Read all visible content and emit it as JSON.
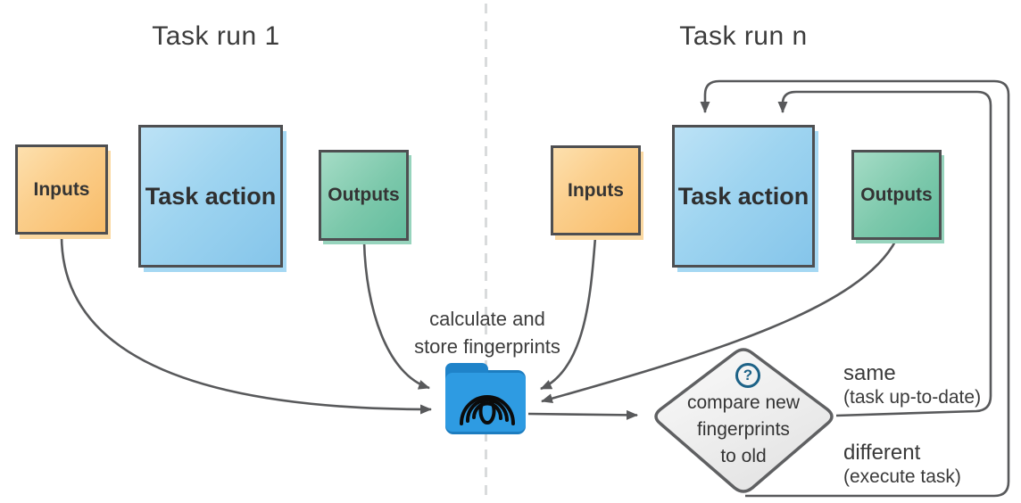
{
  "runs": {
    "left": {
      "title": "Task run 1",
      "inputs_label": "Inputs",
      "task_action_label": "Task action",
      "outputs_label": "Outputs"
    },
    "right": {
      "title": "Task run n",
      "inputs_label": "Inputs",
      "task_action_label": "Task action",
      "outputs_label": "Outputs"
    }
  },
  "fingerprint_store": {
    "caption_line1": "calculate and",
    "caption_line2": "store fingerprints",
    "icon": "folder-fingerprint-icon"
  },
  "decision": {
    "icon": "question-mark-icon",
    "question_mark": "?",
    "text_line1": "compare new",
    "text_line2": "fingerprints",
    "text_line3": "to old"
  },
  "outcomes": {
    "same_label": "same",
    "same_detail": "(task up-to-date)",
    "different_label": "different",
    "different_detail": "(execute task)"
  },
  "colors": {
    "inputs_fill": "#f9c478",
    "task_action_fill": "#8cc9ec",
    "outputs_fill": "#74c1a4",
    "folder_blue": "#2e9be2",
    "folder_tab_blue": "#1f83c9",
    "folder_shadow_blue": "#1d7dc0",
    "connector_gray": "#58595b",
    "question_blue": "#1d6287",
    "dashed_divider": "#d9dbdc",
    "border_gray": "#4e4f51",
    "text_dark": "#3a3a3a"
  }
}
